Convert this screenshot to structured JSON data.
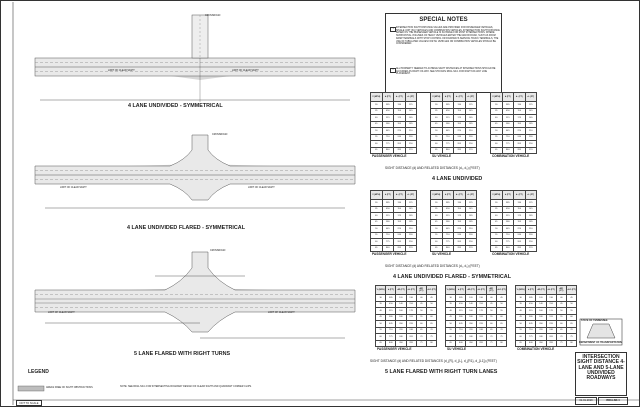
{
  "notes": {
    "title": "SPECIAL NOTES",
    "items": [
      {
        "num": "1",
        "text": "INTERSECTION SIGHT DISTANCE VALUES ARE PROVIDED FOR PASSENGER VEHICLES, SINGLE UNIT (SU) VEHICLES AND COMBINATION VEHICLES. INTERSECTION SIGHT DISTANCE BASED ON THE PASSENGER VEHICLE IS SUITABLE FOR MOST INTERSECTIONS. WHERE SUBSTANTIAL VOLUMES OF HEAVY VEHICLES ENTER THE MAJOR ROAD, SUCH AS FROM RAMP TERMINALS WITH STOP CONTROL OR ROADWAYS SERVING TRUCK TERMINALS, THE USE OF TABULATED VALUES FOR SU VEHICLES OR COMBINATION VEHICLES SHOULD BE CONSIDERED."
      },
      {
        "num": "2",
        "text": "ALL PROPERTY NEEDED TO ACHIEVE SIGHT DISTANCES AT INTERSECTIONS SHOULD BE ACQUIRED AS RIGHT-OF-WAY. SEE STD DWG RD11-SD-1 FOR RIGHT-OF-WAY LINE PLACEMENT."
      }
    ]
  },
  "diagrams": [
    {
      "title": "4 LANE UNDIVIDED - SYMMETRICAL",
      "crossroad": "CROSSROAD",
      "limit_left": "LIMIT OF CLEAR SIGHT",
      "limit_right": "LIMIT OF CLEAR SIGHT"
    },
    {
      "title": "4 LANE UNDIVIDED FLARED - SYMMETRICAL",
      "crossroad": "CROSSROAD",
      "limit_left": "LIMIT OF CLEAR SIGHT",
      "limit_right": "LIMIT OF CLEAR SIGHT"
    },
    {
      "title": "5 LANE FLARED WITH RIGHT TURNS",
      "crossroad": "CROSSROAD",
      "limit_left": "LIMIT OF CLEAR SIGHT",
      "limit_right": "LIMIT OF CLEAR SIGHT"
    }
  ],
  "tables": [
    {
      "vehicle_labels": [
        "PASSENGER VEHICLE",
        "SU VEHICLE",
        "COMBINATION VEHICLE"
      ],
      "caption": "SIGHT DISTANCE (d) AND RELATED DISTANCES (d₁, d₂) (FEET)",
      "section_title": "4 LANE UNDIVIDED",
      "header": [
        "V (MPH)",
        "d (FT)",
        "d₁ (FT)",
        "d₂ (FT)"
      ],
      "rows": [
        [
          "30",
          "385",
          "130",
          "125"
        ],
        [
          "35",
          "450",
          "150",
          "145"
        ],
        [
          "40",
          "515",
          "175",
          "165"
        ],
        [
          "45",
          "580",
          "195",
          "185"
        ],
        [
          "50",
          "645",
          "220",
          "210"
        ],
        [
          "55",
          "710",
          "240",
          "230"
        ],
        [
          "60",
          "775",
          "265",
          "250"
        ],
        [
          "65",
          "840",
          "285",
          "270"
        ]
      ]
    },
    {
      "vehicle_labels": [
        "PASSENGER VEHICLE",
        "SU VEHICLE",
        "COMBINATION VEHICLE"
      ],
      "caption": "SIGHT DISTANCE (d) AND RELATED DISTANCES (d₁, d₂) (FEET)",
      "section_title": "4 LANE UNDIVIDED FLARED - SYMMETRICAL",
      "header": [
        "V (MPH)",
        "d (FT)",
        "d₁ (FT)",
        "d₂ (FT)"
      ],
      "rows": [
        [
          "30",
          "385",
          "130",
          "125"
        ],
        [
          "35",
          "450",
          "150",
          "145"
        ],
        [
          "40",
          "515",
          "175",
          "165"
        ],
        [
          "45",
          "580",
          "195",
          "185"
        ],
        [
          "50",
          "645",
          "220",
          "210"
        ],
        [
          "55",
          "710",
          "240",
          "230"
        ],
        [
          "60",
          "775",
          "265",
          "250"
        ],
        [
          "65",
          "840",
          "285",
          "270"
        ]
      ]
    },
    {
      "vehicle_labels": [
        "PASSENGER VEHICLE",
        "SU VEHICLE",
        "COMBINATION VEHICLE"
      ],
      "caption": "SIGHT DISTANCE (d) AND RELATED DISTANCES (d_{R}, d_{L}, d_{R1}, d_{L1}) (FEET)",
      "section_title": "5 LANE FLARED WITH RIGHT TURN LANES",
      "header": [
        "V (MPH)",
        "d (FT)",
        "dR (FT)",
        "dL (FT)",
        "dR1 (FT)",
        "dL1 (FT)"
      ],
      "rows": [
        [
          "30",
          "385",
          "120",
          "130",
          "40",
          "45"
        ],
        [
          "35",
          "450",
          "140",
          "150",
          "45",
          "50"
        ],
        [
          "40",
          "515",
          "160",
          "175",
          "50",
          "55"
        ],
        [
          "45",
          "580",
          "180",
          "195",
          "55",
          "60"
        ],
        [
          "50",
          "645",
          "200",
          "220",
          "60",
          "65"
        ],
        [
          "55",
          "710",
          "220",
          "240",
          "65",
          "70"
        ],
        [
          "60",
          "775",
          "240",
          "265",
          "70",
          "75"
        ],
        [
          "65",
          "840",
          "260",
          "285",
          "75",
          "80"
        ]
      ]
    }
  ],
  "legend": {
    "title": "LEGEND",
    "item": "AREAS FREE OF SIGHT OBSTRUCTIONS",
    "note": "NOTE: SEE RD11-SD-1 FOR INTERSECTING ROADWAY DESIGN OF CLEAR SIGHT AND QUADRANT CORNER CLIPS."
  },
  "title_block": {
    "state": "STATE OF TENNESSEE",
    "dept": "DEPARTMENT OF TRANSPORTATION",
    "title": "INTERSECTION SIGHT DISTANCE 4-LANE AND 5-LANE UNDIVIDED ROADWAYS",
    "date": "01-01-2019",
    "dwg": "RD11-SD-4"
  },
  "footer": {
    "scale": "NOT TO SCALE"
  }
}
